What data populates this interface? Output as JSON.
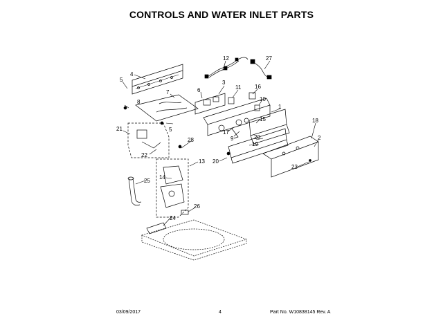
{
  "title": "CONTROLS AND WATER INLET PARTS",
  "footer": {
    "date": "03/09/2017",
    "page": "4",
    "part_no": "Part No. W10838145  Rev. A"
  },
  "callouts": {
    "c1": "1",
    "c2": "2",
    "c3": "3",
    "c4": "4",
    "c5a": "5",
    "c5b": "5",
    "c6": "6",
    "c7": "7",
    "c8": "8",
    "c9": "9",
    "c10": "10",
    "c11": "11",
    "c12": "12",
    "c13": "13",
    "c14": "14",
    "c15": "15",
    "c16": "16",
    "c17": "17",
    "c18": "18",
    "c19": "19",
    "c20a": "20",
    "c20b": "20",
    "c21": "21",
    "c22": "22",
    "c23": "23",
    "c24": "24",
    "c25": "25",
    "c26": "26",
    "c27": "27",
    "c28": "28"
  }
}
